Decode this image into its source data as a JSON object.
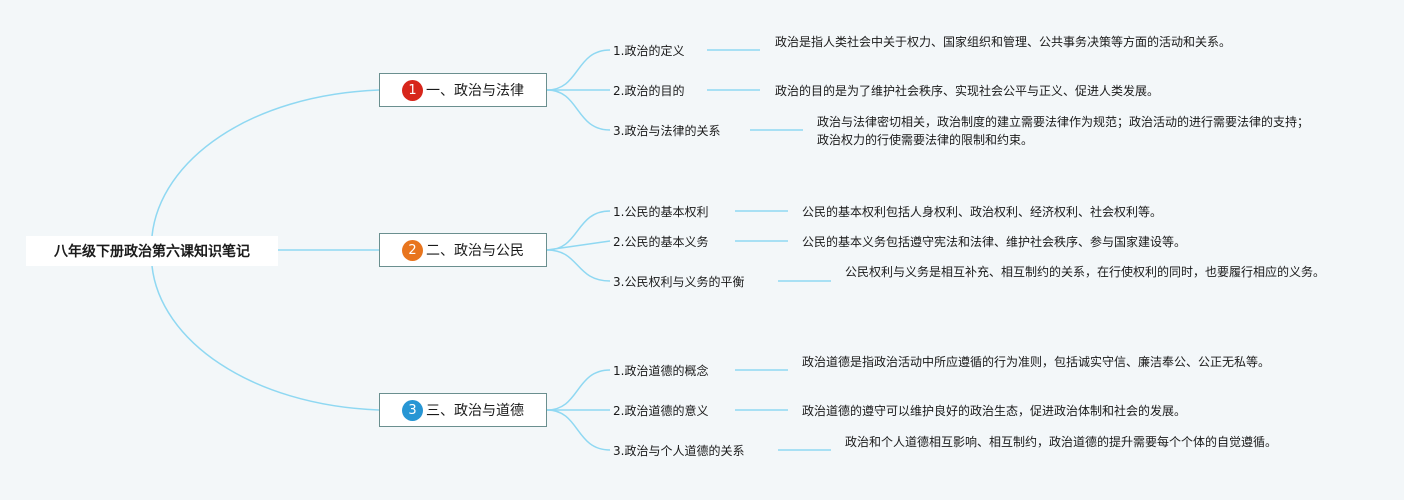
{
  "root": {
    "title": "八年级下册政治第六课知识笔记"
  },
  "colors": {
    "line": "#8fd8f2",
    "badge1": "#d7261b",
    "badge2": "#e8751e",
    "badge3": "#2796d4"
  },
  "branches": [
    {
      "num": "1",
      "label": "一、政治与法律",
      "items": [
        {
          "label": "1.政治的定义",
          "desc": "政治是指人类社会中关于权力、国家组织和管理、公共事务决策等方面的活动和关系。"
        },
        {
          "label": "2.政治的目的",
          "desc": "政治的目的是为了维护社会秩序、实现社会公平与正义、促进人类发展。"
        },
        {
          "label": "3.政治与法律的关系",
          "desc": "政治与法律密切相关，政治制度的建立需要法律作为规范；政治活动的进行需要法律的支持；政治权力的行使需要法律的限制和约束。"
        }
      ]
    },
    {
      "num": "2",
      "label": "二、政治与公民",
      "items": [
        {
          "label": "1.公民的基本权利",
          "desc": "公民的基本权利包括人身权利、政治权利、经济权利、社会权利等。"
        },
        {
          "label": "2.公民的基本义务",
          "desc": "公民的基本义务包括遵守宪法和法律、维护社会秩序、参与国家建设等。"
        },
        {
          "label": "3.公民权利与义务的平衡",
          "desc": "公民权利与义务是相互补充、相互制约的关系，在行使权利的同时，也要履行相应的义务。"
        }
      ]
    },
    {
      "num": "3",
      "label": "三、政治与道德",
      "items": [
        {
          "label": "1.政治道德的概念",
          "desc": "政治道德是指政治活动中所应遵循的行为准则，包括诚实守信、廉洁奉公、公正无私等。"
        },
        {
          "label": "2.政治道德的意义",
          "desc": "政治道德的遵守可以维护良好的政治生态，促进政治体制和社会的发展。"
        },
        {
          "label": "3.政治与个人道德的关系",
          "desc": "政治和个人道德相互影响、相互制约，政治道德的提升需要每个个体的自觉遵循。"
        }
      ]
    }
  ]
}
